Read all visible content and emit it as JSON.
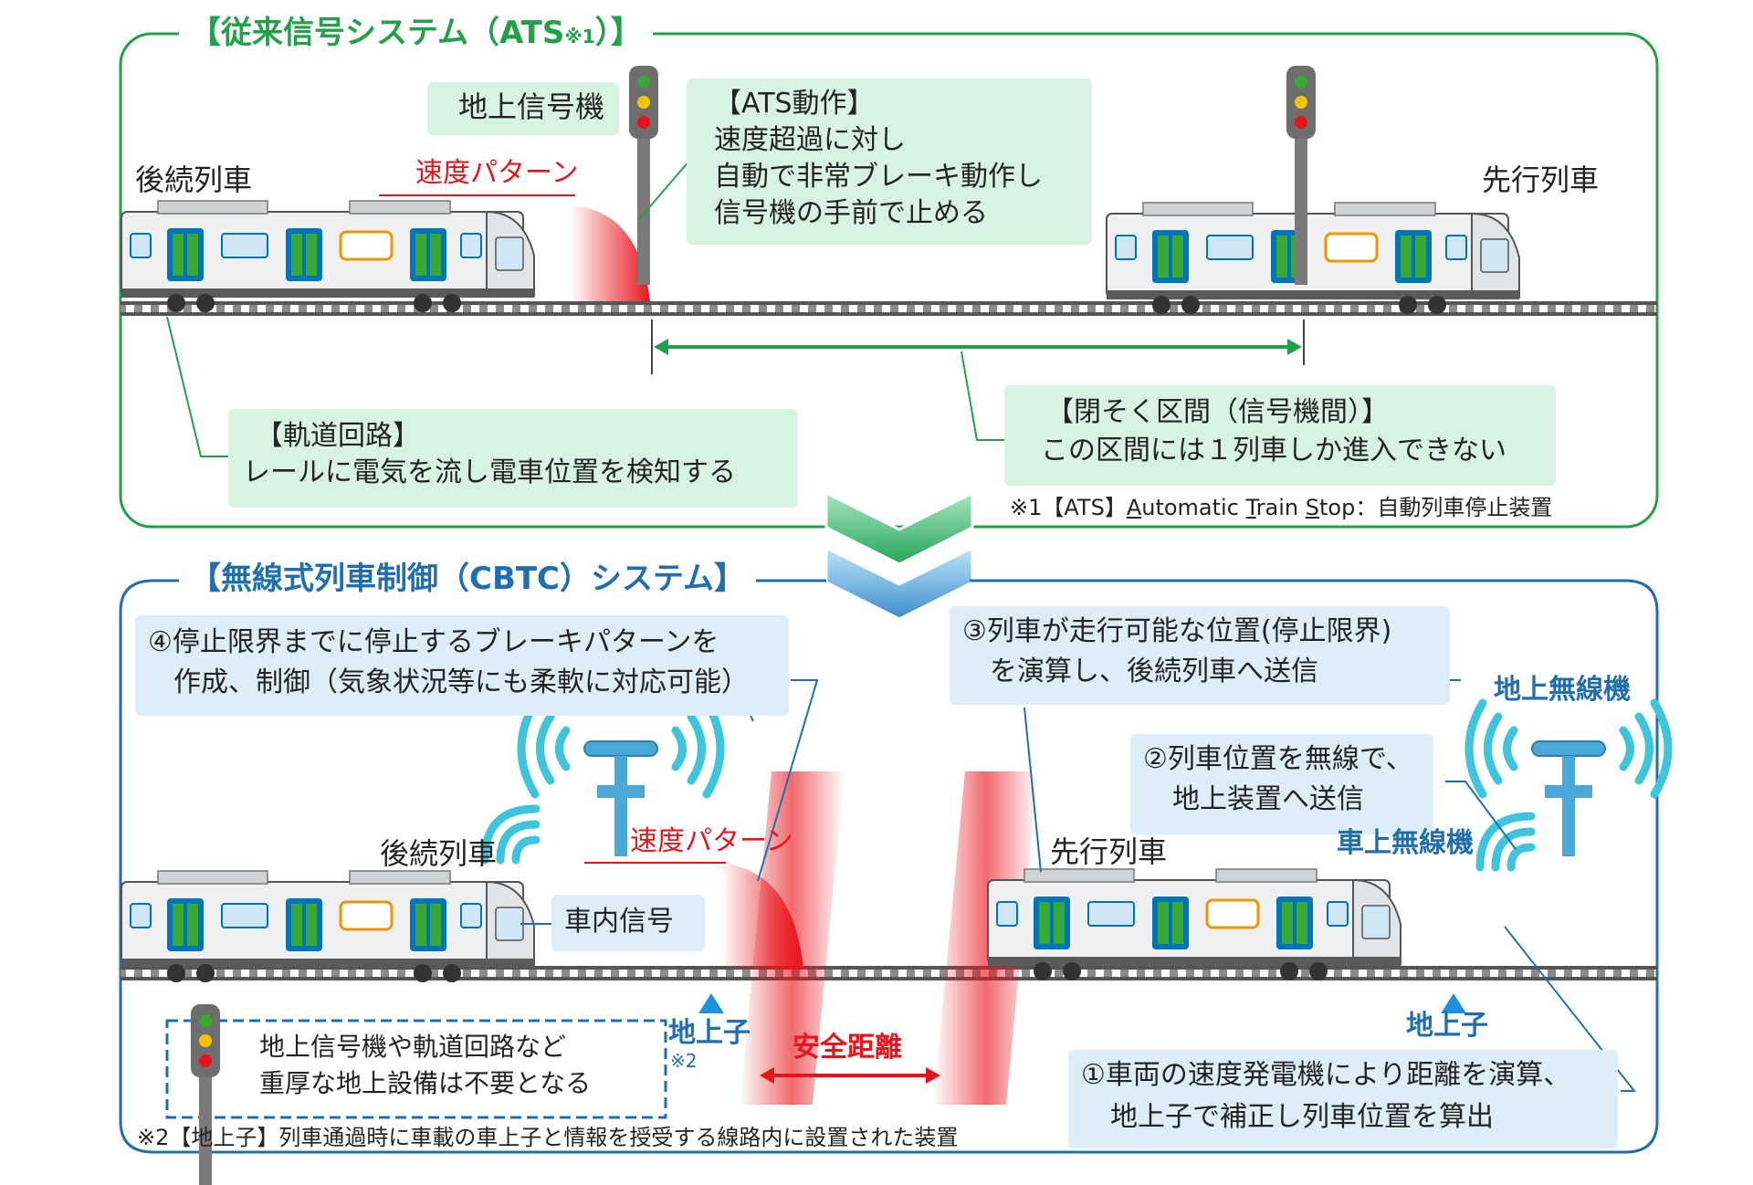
{
  "top": {
    "title": "【従来信号システム（ATS",
    "title_note": "※1",
    "title_end": "）】",
    "ground_signal_label": "地上信号機",
    "following_train": "後続列車",
    "preceding_train": "先行列車",
    "speed_pattern": "速度パターン",
    "ats_box": {
      "line1": "【ATS動作】",
      "line2": "速度超過に対し",
      "line3": "自動で非常ブレーキ動作し",
      "line4": "信号機の手前で止める"
    },
    "track_circuit_box": {
      "line1": "【軌道回路】",
      "line2": "レールに電気を流し電車位置を検知する"
    },
    "block_box": {
      "line1": "【閉そく区間（信号機間）】",
      "line2": "この区間には１列車しか進入できない"
    },
    "footnote": {
      "prefix": "※1【ATS】",
      "a_first": "A",
      "a_rest": "utomatic ",
      "t_first": "T",
      "t_rest": "rain ",
      "s_first": "S",
      "s_rest": "top：自動列車停止装置"
    }
  },
  "bottom": {
    "title": "【無線式列車制御（CBTC）システム】",
    "step4": {
      "line1": "④停止限界までに停止するブレーキパターンを",
      "line2": "作成、制御（気象状況等にも柔軟に対応可能）"
    },
    "step3": {
      "line1": "③列車が走行可能な位置(停止限界)",
      "line2": "を演算し、後続列車へ送信"
    },
    "step2": {
      "line1": "②列車位置を無線で、",
      "line2": "地上装置へ送信"
    },
    "step1": {
      "line1": "①車両の速度発電機により距離を演算、",
      "line2": "地上子で補正し列車位置を算出"
    },
    "ground_radio": "地上無線機",
    "onboard_radio": "車上無線機",
    "following_train": "後続列車",
    "preceding_train": "先行列車",
    "speed_pattern": "速度パターン",
    "cab_signal": "車内信号",
    "balise_left": "地上子",
    "balise_left_note": "※2",
    "balise_right": "地上子",
    "safety_distance": "安全距離",
    "dashed_box": {
      "line1": "地上信号機や軌道回路など",
      "line2": "重厚な地上設備は不要となる"
    },
    "footnote": "※2【地上子】列車通過時に車載の車上子と情報を授受する線路内に設置された装置"
  },
  "colors": {
    "green_frame": "#22a04a",
    "blue_frame": "#1f6fb0",
    "green_box": "#d9f3e3",
    "blue_box": "#ddeef8",
    "red": "#e8141c",
    "radio_wave": "#3ec4dc",
    "train_door": "#0074b8",
    "train_stripe": "#39a935",
    "train_window_orange": "#f29600"
  },
  "icons": [
    "traffic-signal-icon",
    "train-icon",
    "radio-antenna-icon",
    "radio-wave-icon",
    "chevron-down-icon",
    "triangle-up-icon"
  ]
}
